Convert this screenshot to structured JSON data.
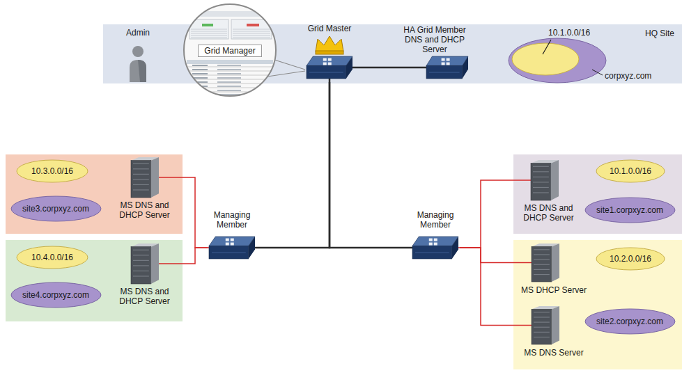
{
  "diagram": {
    "nodes": [
      {
        "text": [
          "HQ Site"
        ]
      },
      {
        "text": [
          "Admin"
        ],
        "in": 0
      },
      {
        "text": [
          "Grid Manager"
        ],
        "in": 0
      },
      {
        "text": [
          "Grid Master"
        ],
        "in": 0
      },
      {
        "text": [
          "HA Grid Member DNS and DHCP Server"
        ],
        "in": 0
      },
      {
        "text": [
          "corpxyz.com"
        ],
        "in": 0
      },
      {
        "text": [
          "10.1.0.0/16"
        ],
        "in": 5
      },
      {
        "text": [
          "10.3.0.0/16"
        ]
      },
      {
        "text": [
          "site3.corpxyz.com"
        ]
      },
      {
        "text": [
          "MS DNS and DHCP Server"
        ]
      },
      {
        "text": [
          "10.4.0.0/16"
        ]
      },
      {
        "text": [
          "site4.corpxyz.com"
        ]
      },
      {
        "text": [
          "MS DNS and DHCP Server"
        ]
      },
      {
        "text": [
          "Managing Member"
        ]
      },
      {
        "text": [
          "Managing Member"
        ]
      },
      {
        "text": [
          "10.1.0.0/16"
        ]
      },
      {
        "text": [
          "site1.corpxyz.com"
        ]
      },
      {
        "text": [
          "MS DNS and DHCP Server"
        ]
      },
      {
        "text": [
          "10.2.0.0/16"
        ]
      },
      {
        "text": [
          "site2.corpxyz.com"
        ]
      },
      {
        "text": [
          "MS DHCP Server"
        ]
      },
      {
        "text": [
          "MS DNS Server"
        ]
      }
    ],
    "edges": [
      {
        "from": 3,
        "to": 4,
        "arrow": "none"
      },
      {
        "from": 3,
        "to": 13,
        "arrow": "none"
      },
      {
        "from": 3,
        "to": 14,
        "arrow": "none"
      },
      {
        "from": 13,
        "to": 9,
        "arrow": "none"
      },
      {
        "from": 13,
        "to": 12,
        "arrow": "none"
      },
      {
        "from": 14,
        "to": 17,
        "arrow": "none"
      },
      {
        "from": 14,
        "to": 20,
        "arrow": "none"
      },
      {
        "from": 14,
        "to": 21,
        "arrow": "none"
      }
    ]
  }
}
